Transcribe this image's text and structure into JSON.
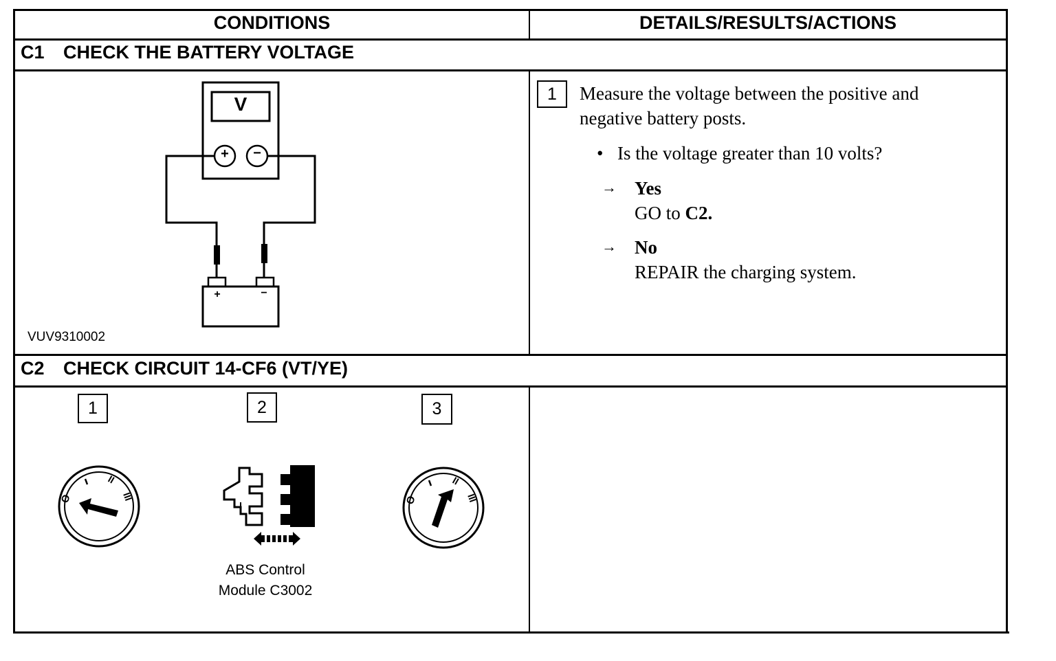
{
  "table": {
    "col_conditions": "CONDITIONS",
    "col_details": "DETAILS/RESULTS/ACTIONS"
  },
  "c1": {
    "code": "C1",
    "title": "CHECK THE BATTERY VOLTAGE",
    "figure": {
      "meter_label": "V",
      "meter_pos": "+",
      "meter_neg": "−",
      "battery_pos": "+",
      "battery_neg": "−",
      "figure_id": "VUV9310002"
    },
    "step_number": "1",
    "step_text_line1": "Measure the voltage between the positive and",
    "step_text_line2": "negative battery posts.",
    "question": "Is the voltage greater than 10 volts?",
    "yes_arrow": "→",
    "yes_label": "Yes",
    "yes_action_prefix": "GO to ",
    "yes_action_target": "C2.",
    "no_arrow": "→",
    "no_label": "No",
    "no_action": "REPAIR the charging system."
  },
  "c2": {
    "code": "C2",
    "title": "CHECK CIRCUIT 14-CF6 (VT/YE)",
    "step1": "1",
    "step2": "2",
    "step3": "3",
    "connector_caption_line1": "ABS Control",
    "connector_caption_line2": "Module C3002"
  }
}
